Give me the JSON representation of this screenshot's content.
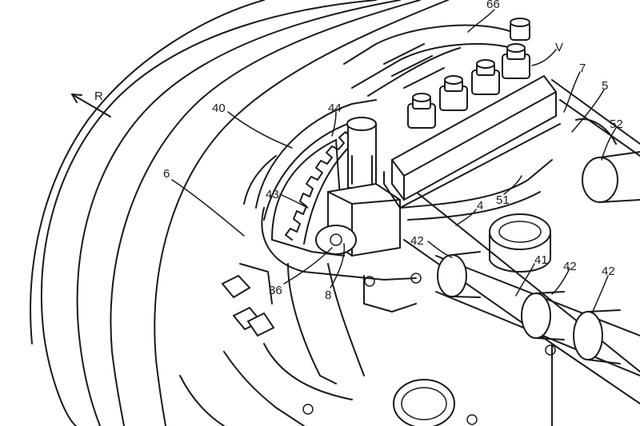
{
  "figure": {
    "labels": {
      "r": "R",
      "n40": "40",
      "n44": "44",
      "n6": "6",
      "n43": "43",
      "n36": "36",
      "n8": "8",
      "n66": "66",
      "v": "V",
      "n7": "7",
      "n5": "5",
      "n52": "52",
      "n4": "4",
      "n51": "51",
      "n42a": "42",
      "n41": "41",
      "n42b": "42",
      "n42c": "42"
    }
  }
}
